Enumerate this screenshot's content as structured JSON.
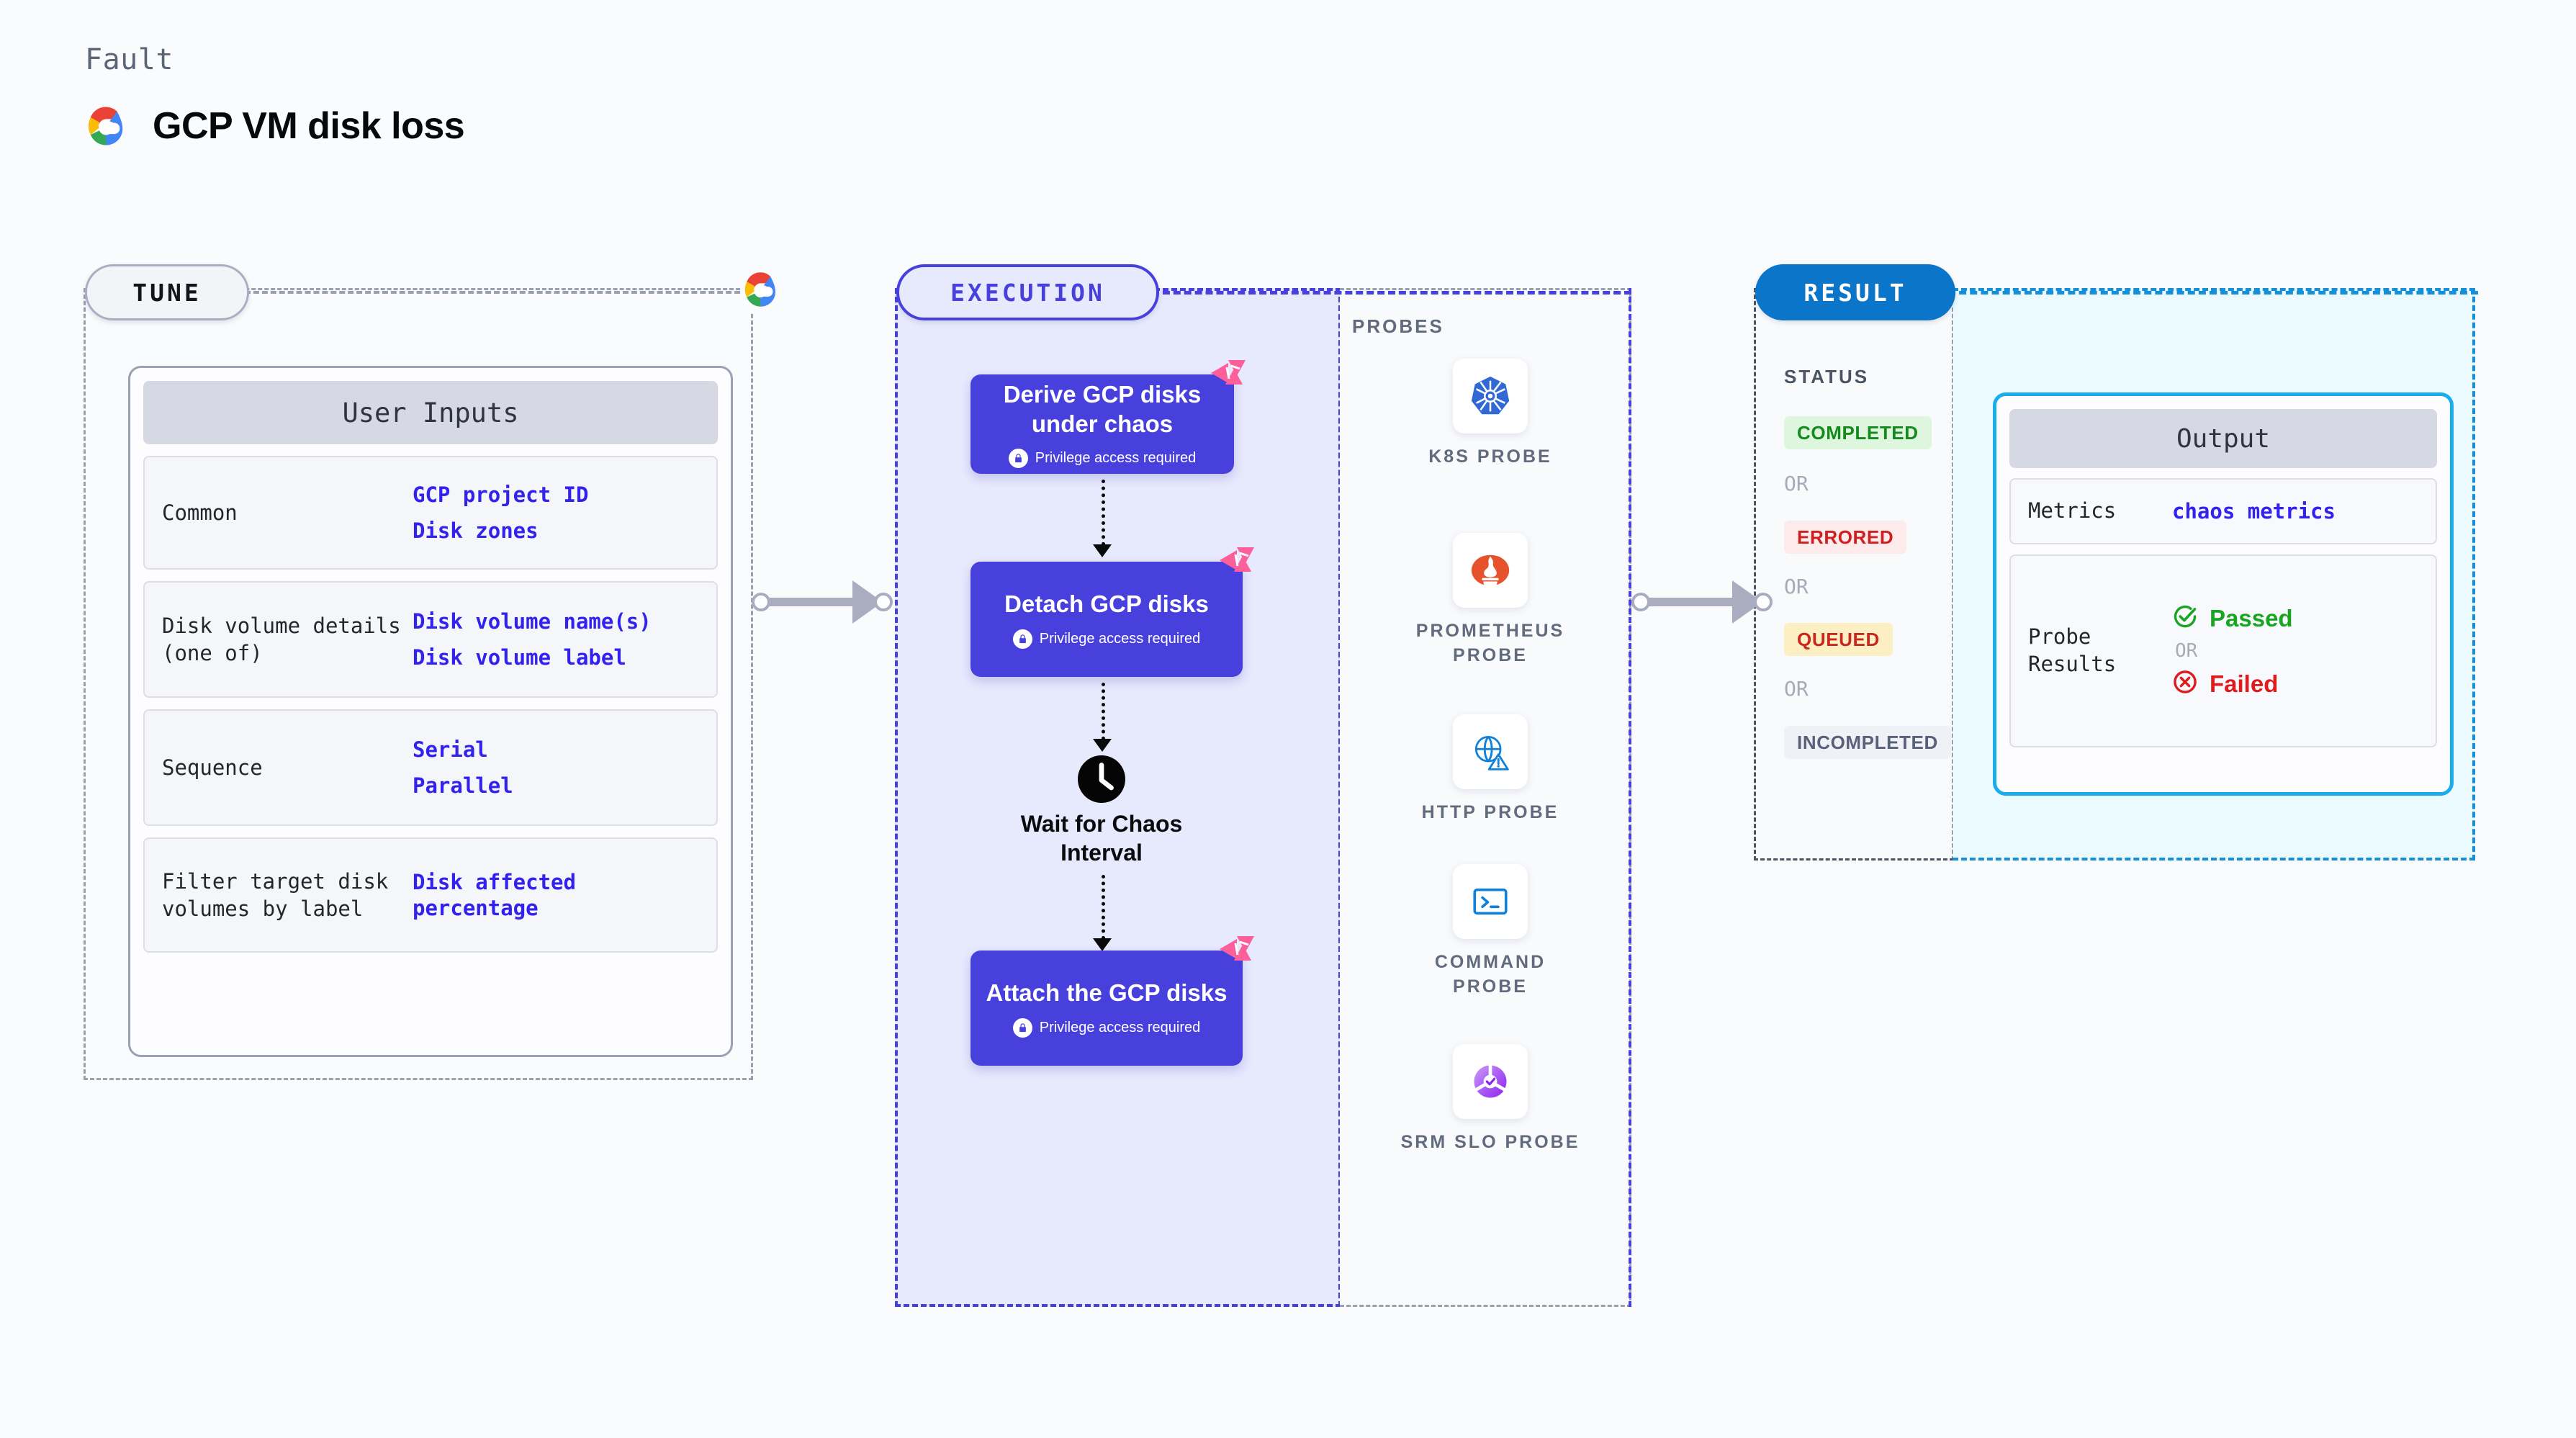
{
  "header": {
    "kicker": "Fault",
    "title": "GCP VM disk loss",
    "logo_icon": "gcp-cloud-icon"
  },
  "sections": {
    "tune": {
      "label": "TUNE"
    },
    "execution": {
      "label": "EXECUTION"
    },
    "result": {
      "label": "RESULT"
    },
    "probes": {
      "label": "PROBES"
    },
    "status": {
      "label": "STATUS"
    }
  },
  "user_inputs": {
    "title": "User Inputs",
    "rows": [
      {
        "label": "Common",
        "values": [
          "GCP project ID",
          "Disk zones"
        ]
      },
      {
        "label": "Disk volume details (one of)",
        "values": [
          "Disk volume name(s)",
          "Disk volume label"
        ]
      },
      {
        "label": "Sequence",
        "values": [
          "Serial",
          "Parallel"
        ]
      },
      {
        "label": "Filter target disk volumes by label",
        "values": [
          "Disk affected percentage"
        ]
      }
    ]
  },
  "execution": {
    "steps": [
      {
        "title": "Derive GCP disks under chaos",
        "sub": "Privilege access required",
        "badge": "chaos-ribbon-icon",
        "lock": "lock-icon"
      },
      {
        "title": "Detach GCP disks",
        "sub": "Privilege access required",
        "badge": "chaos-ribbon-icon",
        "lock": "lock-icon"
      },
      {
        "title": "Attach the GCP disks",
        "sub": "Privilege access required",
        "badge": "chaos-ribbon-icon",
        "lock": "lock-icon"
      }
    ],
    "wait": {
      "label": "Wait for Chaos Interval",
      "icon": "clock-icon"
    }
  },
  "probes": [
    {
      "name": "K8S PROBE",
      "icon": "kubernetes-icon"
    },
    {
      "name": "PROMETHEUS PROBE",
      "icon": "prometheus-icon"
    },
    {
      "name": "HTTP PROBE",
      "icon": "http-globe-icon"
    },
    {
      "name": "COMMAND PROBE",
      "icon": "terminal-icon"
    },
    {
      "name": "SRM SLO PROBE",
      "icon": "srm-slo-icon"
    }
  ],
  "result": {
    "statuses": [
      {
        "label": "COMPLETED",
        "color": "#138a1c",
        "bg": "#dff6de"
      },
      {
        "label": "ERRORED",
        "color": "#d01f1f",
        "bg": "#fdeaea"
      },
      {
        "label": "QUEUED",
        "color": "#c9281f",
        "bg": "#fcefc4"
      },
      {
        "label": "INCOMPLETED",
        "color": "#59607a",
        "bg": "#eff1f6"
      }
    ],
    "or_label": "OR"
  },
  "output": {
    "title": "Output",
    "metrics_label": "Metrics",
    "metrics_value": "chaos metrics",
    "probe_results_label": "Probe Results",
    "passed": "Passed",
    "failed": "Failed",
    "or_label": "OR",
    "pass_icon": "check-circle-icon",
    "fail_icon": "x-circle-icon"
  },
  "colors": {
    "accent_purple": "#4840dd",
    "accent_blue": "#0b75ca",
    "accent_cyan": "#1bacea",
    "ribbon_pink": "#fc5f9a",
    "background": "#f9fbfd"
  }
}
